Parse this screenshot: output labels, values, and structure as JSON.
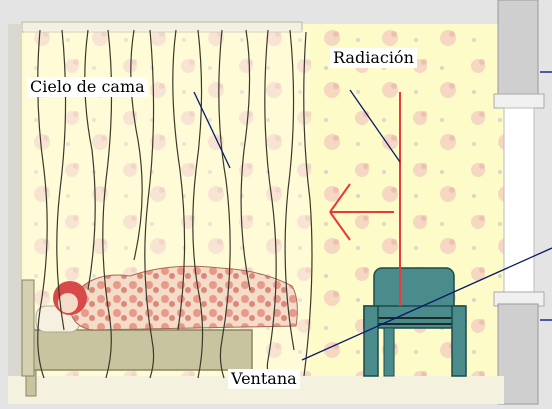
{
  "labels": {
    "bed_canopy": "Cielo de cama",
    "radiation": "Radiación",
    "window": "Ventana"
  },
  "colors": {
    "wallpaper": "#fdfbc8",
    "wall_frame": "#dcdcdc",
    "window_frame": "#cfcfcf",
    "curtain_line": "#3a3a2a",
    "radiation_line": "#e83a3a",
    "chair": "#4a8c8c",
    "pointer_line": "#0a1a6a",
    "bed": "#c8c4a0",
    "blanket_pattern": "#e89a8a"
  },
  "icons": {
    "radiation_arrow": "red-arrow-left",
    "chair": "chair-icon",
    "sleeper": "person-sleeping-icon"
  }
}
